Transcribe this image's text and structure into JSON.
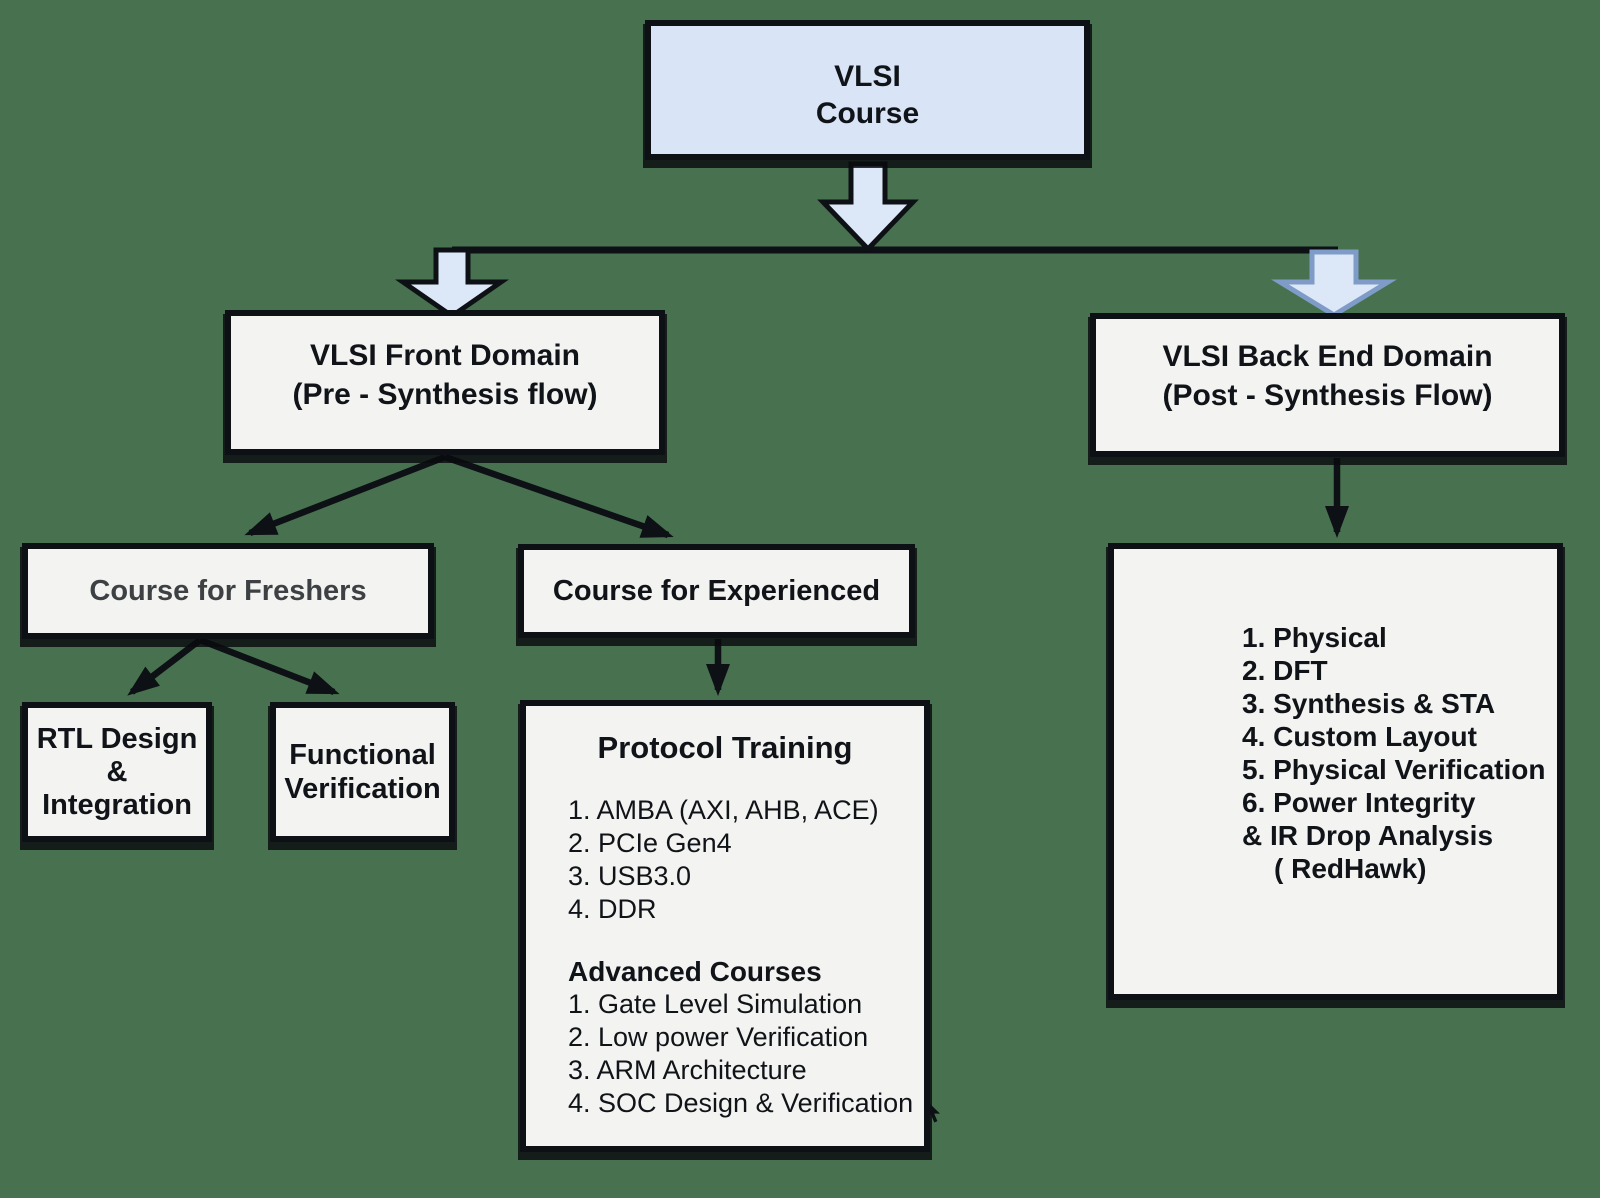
{
  "diagram": {
    "title": "VLSI Course flowchart",
    "colors": {
      "background": "#48714f",
      "box_fill": "#f3f3f1",
      "highlight_fill": "#d9e4f6",
      "border": "#0d1014",
      "blue_arrow_outline": "#7f9cc8",
      "freshers_text": "#3e4144"
    },
    "nodes": {
      "course": {
        "line1": "VLSI",
        "line2": "Course"
      },
      "front_domain": {
        "line1": "VLSI Front Domain",
        "line2": "(Pre - Synthesis flow)"
      },
      "back_domain": {
        "line1": "VLSI Back End Domain",
        "line2": "(Post - Synthesis Flow)"
      },
      "freshers": {
        "label": "Course for Freshers"
      },
      "experienced": {
        "label": "Course for Experienced"
      },
      "rtl": {
        "line1": "RTL Design",
        "line2": "&",
        "line3": "Integration"
      },
      "functional": {
        "line1": "Functional",
        "line2": "Verification"
      },
      "protocol": {
        "title": "Protocol Training",
        "items": [
          "1. AMBA (AXI, AHB, ACE)",
          "2. PCIe Gen4",
          "3. USB3.0",
          "4. DDR"
        ],
        "advanced_title": "Advanced Courses",
        "advanced_items": [
          "1. Gate Level Simulation",
          "2. Low power Verification",
          "3. ARM Architecture",
          "4. SOC Design & Verification"
        ]
      },
      "backend_list": {
        "items": [
          "1. Physical",
          "2. DFT",
          "3. Synthesis & STA",
          "4. Custom Layout",
          "5. Physical Verification",
          "6. Power Integrity",
          "& IR Drop Analysis",
          "( RedHawk)"
        ]
      }
    }
  }
}
